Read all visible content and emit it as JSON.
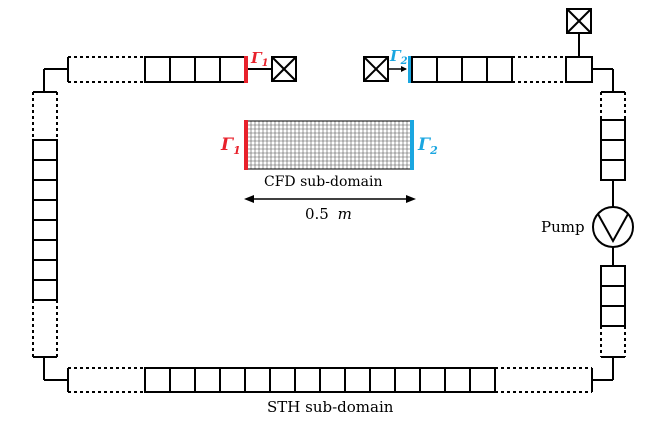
{
  "labels": {
    "cfd": "CFD sub-domain",
    "sth": "STH sub-domain",
    "pump": "Pump",
    "length_value": "0.5",
    "length_unit": "m"
  },
  "boundaries": {
    "gamma1": "Γ",
    "gamma1_sub": "1",
    "gamma2": "Γ",
    "gamma2_sub": "2"
  },
  "colors": {
    "gamma1": "#e8212b",
    "gamma2": "#1aa6e0",
    "line": "#000000",
    "mesh": "#555555"
  },
  "icons": {
    "valve": "boxed-x-valve",
    "pump": "pump-symbol",
    "arrow": "double-headed-arrow"
  }
}
